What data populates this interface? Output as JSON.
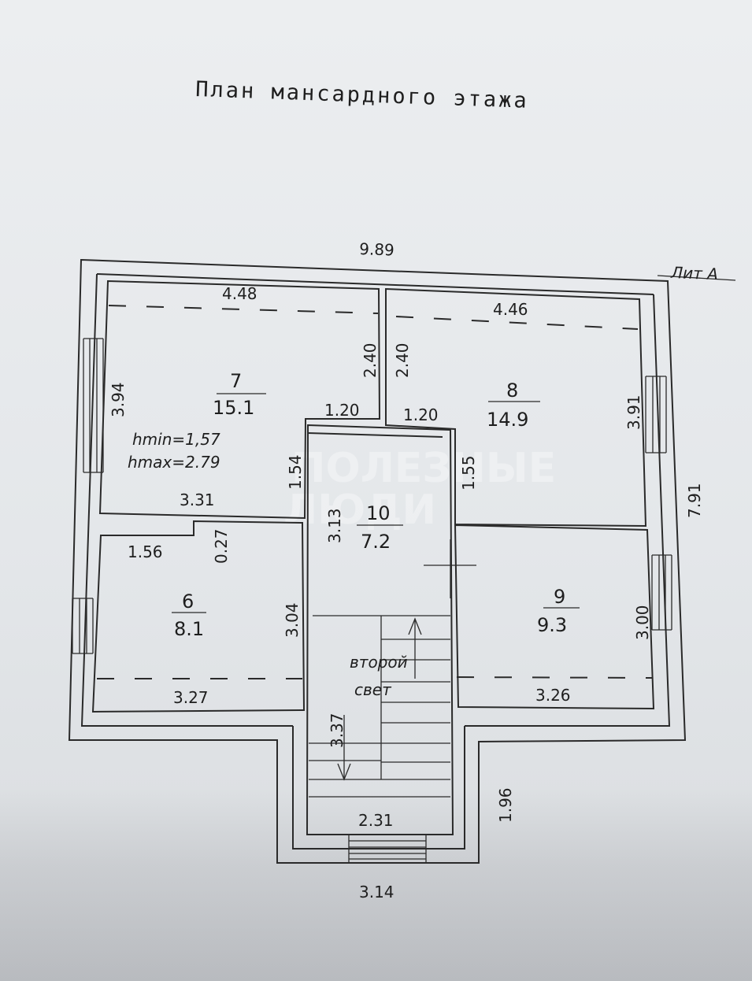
{
  "title": "План мансардного этажа",
  "lit_label": "Лит А",
  "watermark": [
    "ПОЛЕЗНЫЕ",
    "ЛЮДИ"
  ],
  "dimensions": {
    "total_width": "9.89",
    "total_depth": "7.91",
    "porch_depth": "1.96",
    "porch_width": "3.14",
    "stair_bottom_width": "2.31",
    "stair_length": "3.37"
  },
  "rooms": [
    {
      "number": "7",
      "area": "15.1",
      "width_top": "4.48",
      "width_bottom": "3.31",
      "depth_left": "3.94",
      "h_right": "2.40",
      "h_right2": "1.54",
      "niche": "1.20"
    },
    {
      "number": "8",
      "area": "14.9",
      "width_top": "4.46",
      "depth_right": "3.91",
      "h_left": "2.40",
      "niche": "1.20",
      "h_left2": "1.55"
    },
    {
      "number": "6",
      "area": "8.1",
      "width_top": "1.56",
      "step": "0.27",
      "depth_right": "3.04",
      "width_bottom": "3.27"
    },
    {
      "number": "9",
      "area": "9.3",
      "depth_right": "3.00",
      "width_bottom": "3.26"
    },
    {
      "number": "10",
      "area": "7.2",
      "depth_left": "3.13"
    }
  ],
  "heights": {
    "hmin": "hmin=1,57",
    "hmax": "hmax=2.79"
  },
  "second_light": [
    "второй",
    "свет"
  ]
}
